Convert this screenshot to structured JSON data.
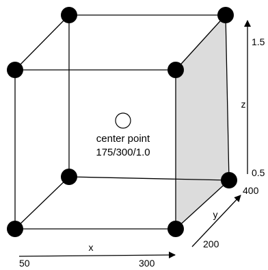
{
  "colors": {
    "line": "#000000",
    "shaded_face": "#dcdcdc",
    "background": "#ffffff"
  },
  "center": {
    "label": "center point",
    "value": "175/300/1.0"
  },
  "axes": {
    "x": {
      "label": "x",
      "min": "50",
      "max": "300"
    },
    "y": {
      "label": "y",
      "min": "200",
      "max": "400"
    },
    "z": {
      "label": "z",
      "min": "0.5",
      "max": "1.5"
    }
  }
}
